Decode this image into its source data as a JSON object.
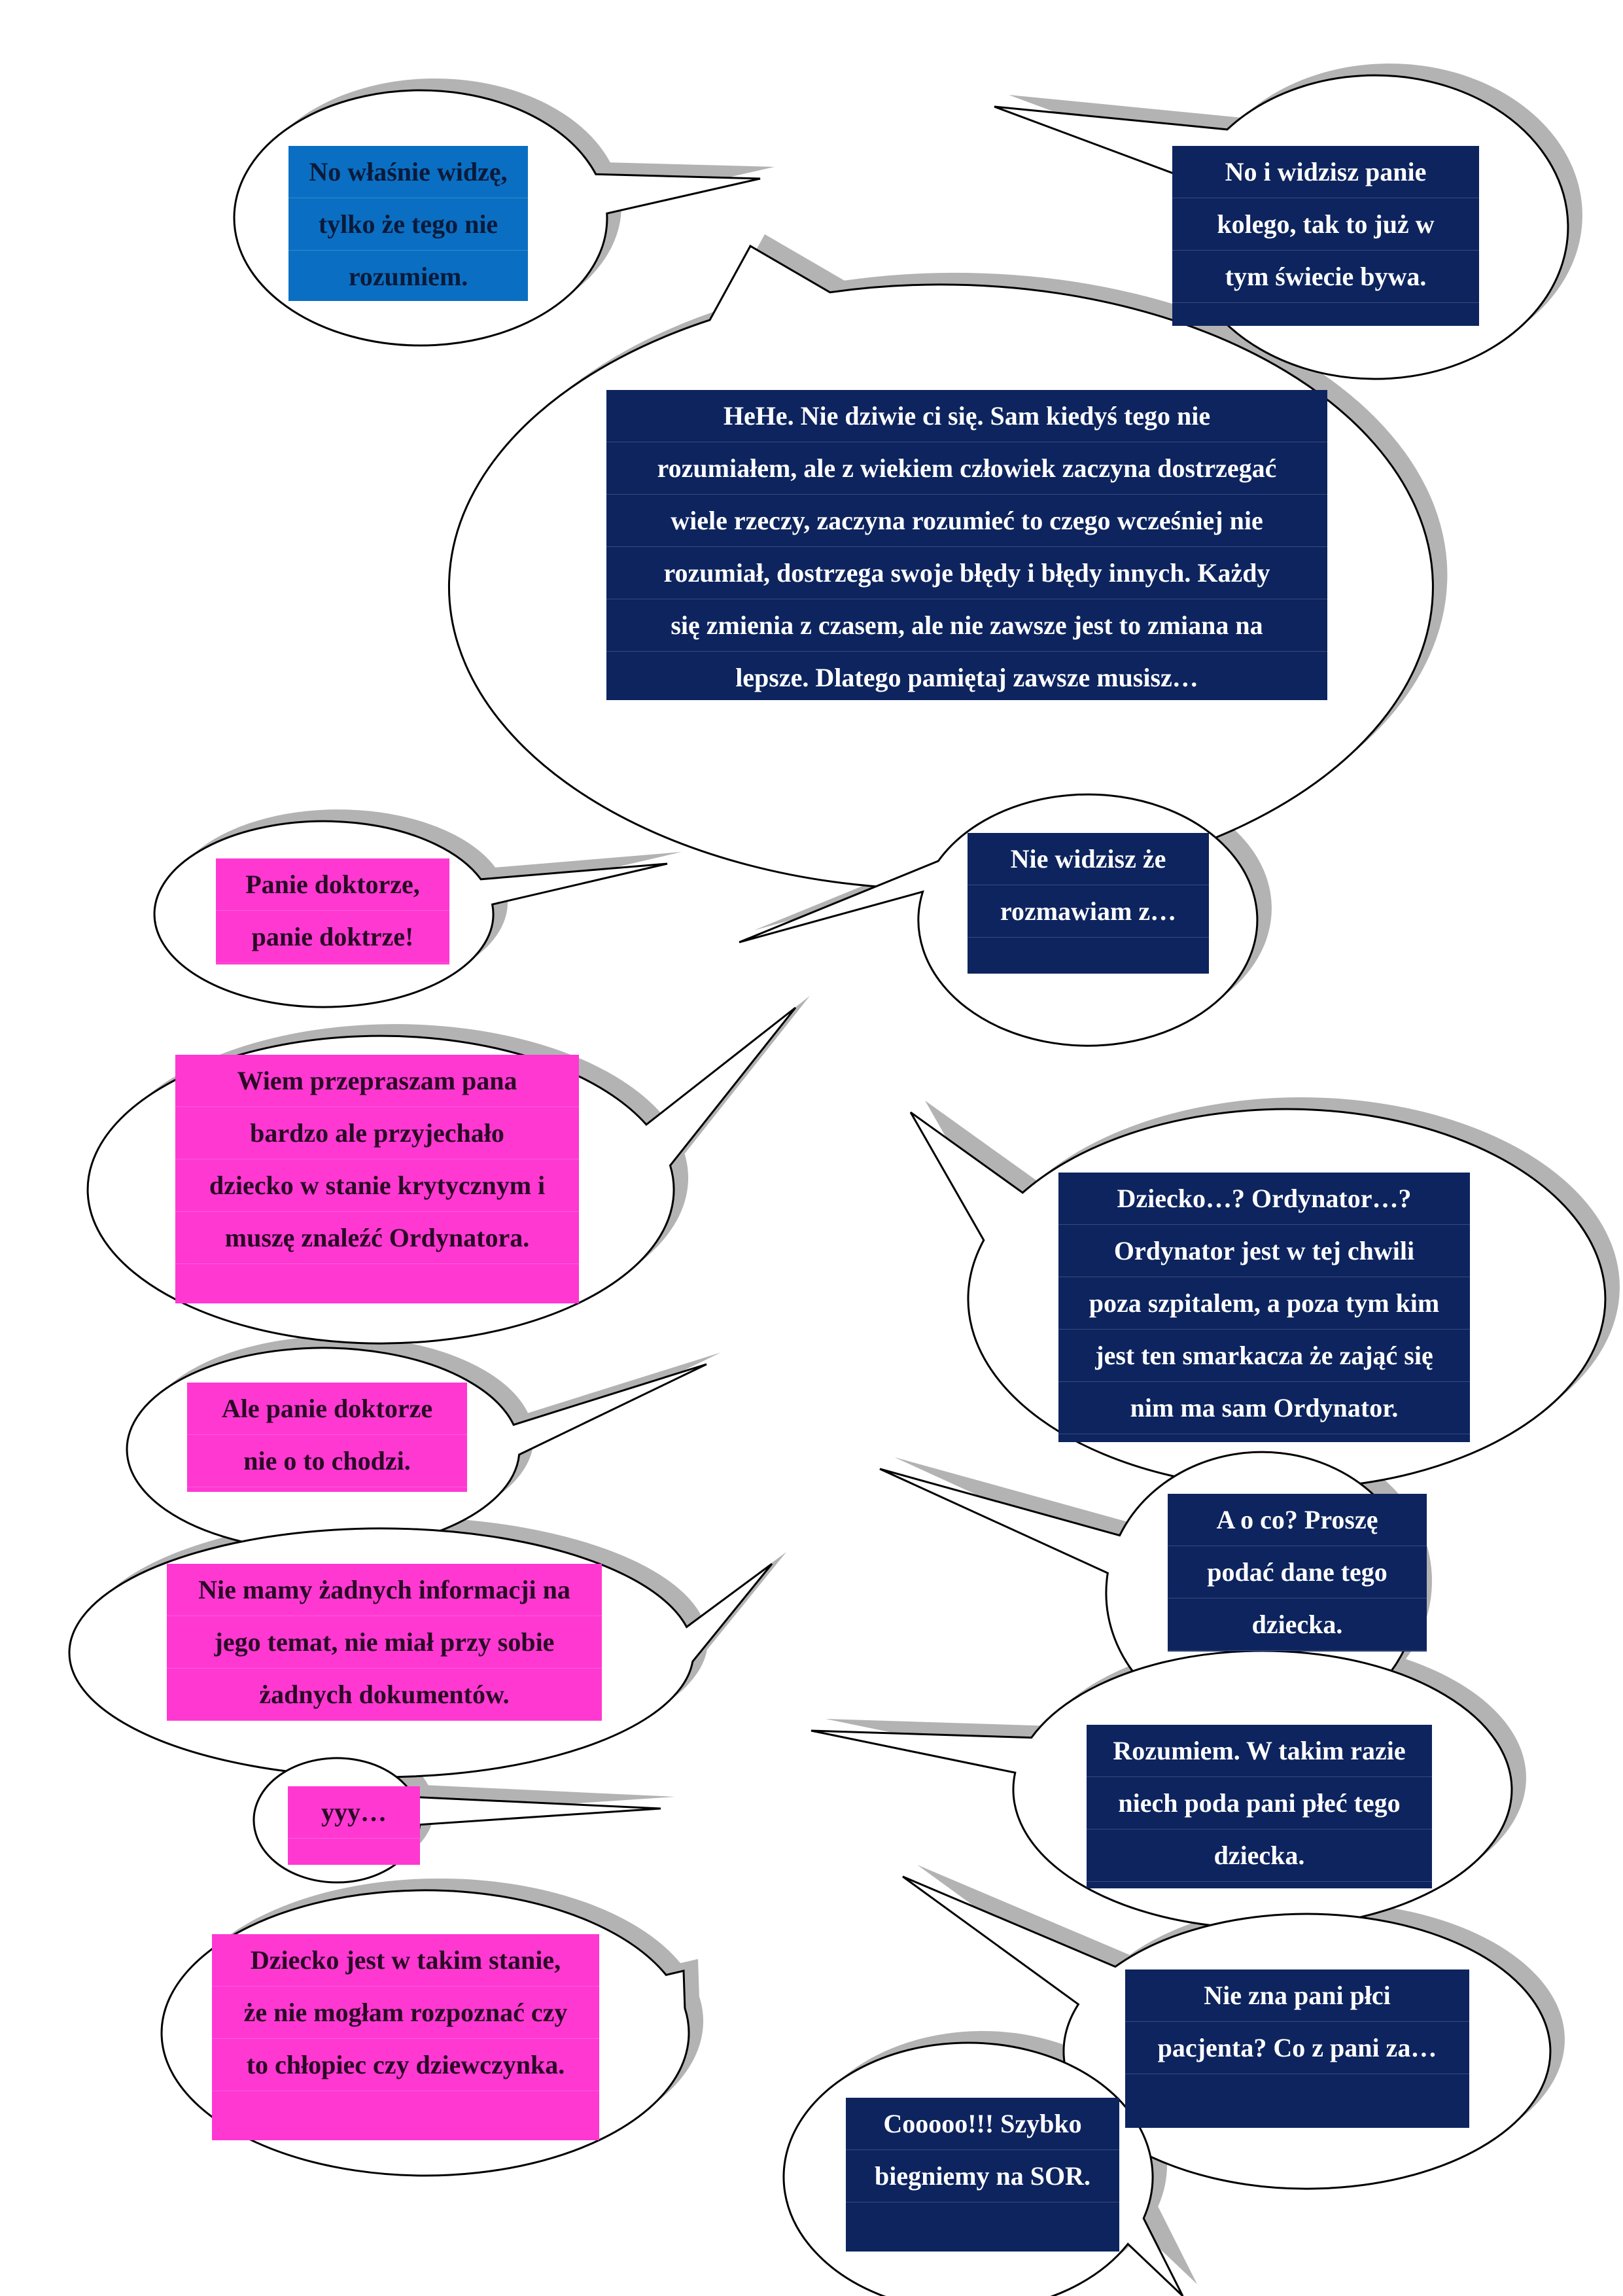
{
  "colors": {
    "navy_box": "#0d245e",
    "blue_box": "#0a6fc2",
    "pink_box": "#ff38d2",
    "bubble_fill": "#ffffff",
    "bubble_outline": "#000000",
    "bubble_shadow": "#b3b3b3"
  },
  "bubbles": [
    {
      "id": "b1",
      "lines": [
        "No właśnie widzę,",
        "tylko że tego nie",
        "rozumiem."
      ]
    },
    {
      "id": "b2",
      "lines": [
        "No i widzisz panie",
        "kolego, tak to już w",
        "tym świecie bywa."
      ]
    },
    {
      "id": "b3",
      "lines": [
        "HeHe. Nie dziwie ci się. Sam kiedyś tego nie",
        "rozumiałem, ale z wiekiem człowiek zaczyna dostrzegać",
        "wiele rzeczy, zaczyna rozumieć to czego wcześniej nie",
        "rozumiał, dostrzega swoje błędy i błędy innych. Każdy",
        "się zmienia z czasem, ale nie zawsze jest to zmiana na",
        "lepsze. Dlatego pamiętaj zawsze musisz…"
      ]
    },
    {
      "id": "b4",
      "lines": [
        "Nie widzisz że",
        "rozmawiam z…"
      ]
    },
    {
      "id": "b5",
      "lines": [
        "Panie doktorze,",
        "panie doktrze!"
      ]
    },
    {
      "id": "b6",
      "lines": [
        "Wiem przepraszam pana",
        "bardzo ale przyjechało",
        "dziecko w stanie krytycznym i",
        "muszę znaleźć Ordynatora."
      ]
    },
    {
      "id": "b7",
      "lines": [
        "Dziecko…? Ordynator…?",
        "Ordynator jest w tej chwili",
        "poza szpitalem, a poza tym kim",
        "jest ten smarkacza że zająć się",
        "nim ma sam Ordynator."
      ]
    },
    {
      "id": "b8",
      "lines": [
        "Ale panie doktorze",
        "nie o to chodzi."
      ]
    },
    {
      "id": "b9",
      "lines": [
        "A o co? Proszę",
        "podać dane tego",
        "dziecka."
      ]
    },
    {
      "id": "b10",
      "lines": [
        "Nie mamy żadnych informacji na",
        "jego temat, nie miał przy sobie",
        "żadnych dokumentów."
      ]
    },
    {
      "id": "b11",
      "lines": [
        "Rozumiem. W takim razie",
        "niech poda pani płeć tego",
        "dziecka."
      ]
    },
    {
      "id": "b12",
      "lines": [
        "yyy…"
      ]
    },
    {
      "id": "b13",
      "lines": [
        "Dziecko jest w takim stanie,",
        "że nie mogłam rozpoznać czy",
        "to chłopiec czy dziewczynka."
      ]
    },
    {
      "id": "b14",
      "lines": [
        "Nie zna pani płci",
        "pacjenta? Co z pani za…"
      ]
    },
    {
      "id": "b15",
      "lines": [
        "Cooooo!!! Szybko",
        "biegniemy na SOR."
      ]
    }
  ]
}
